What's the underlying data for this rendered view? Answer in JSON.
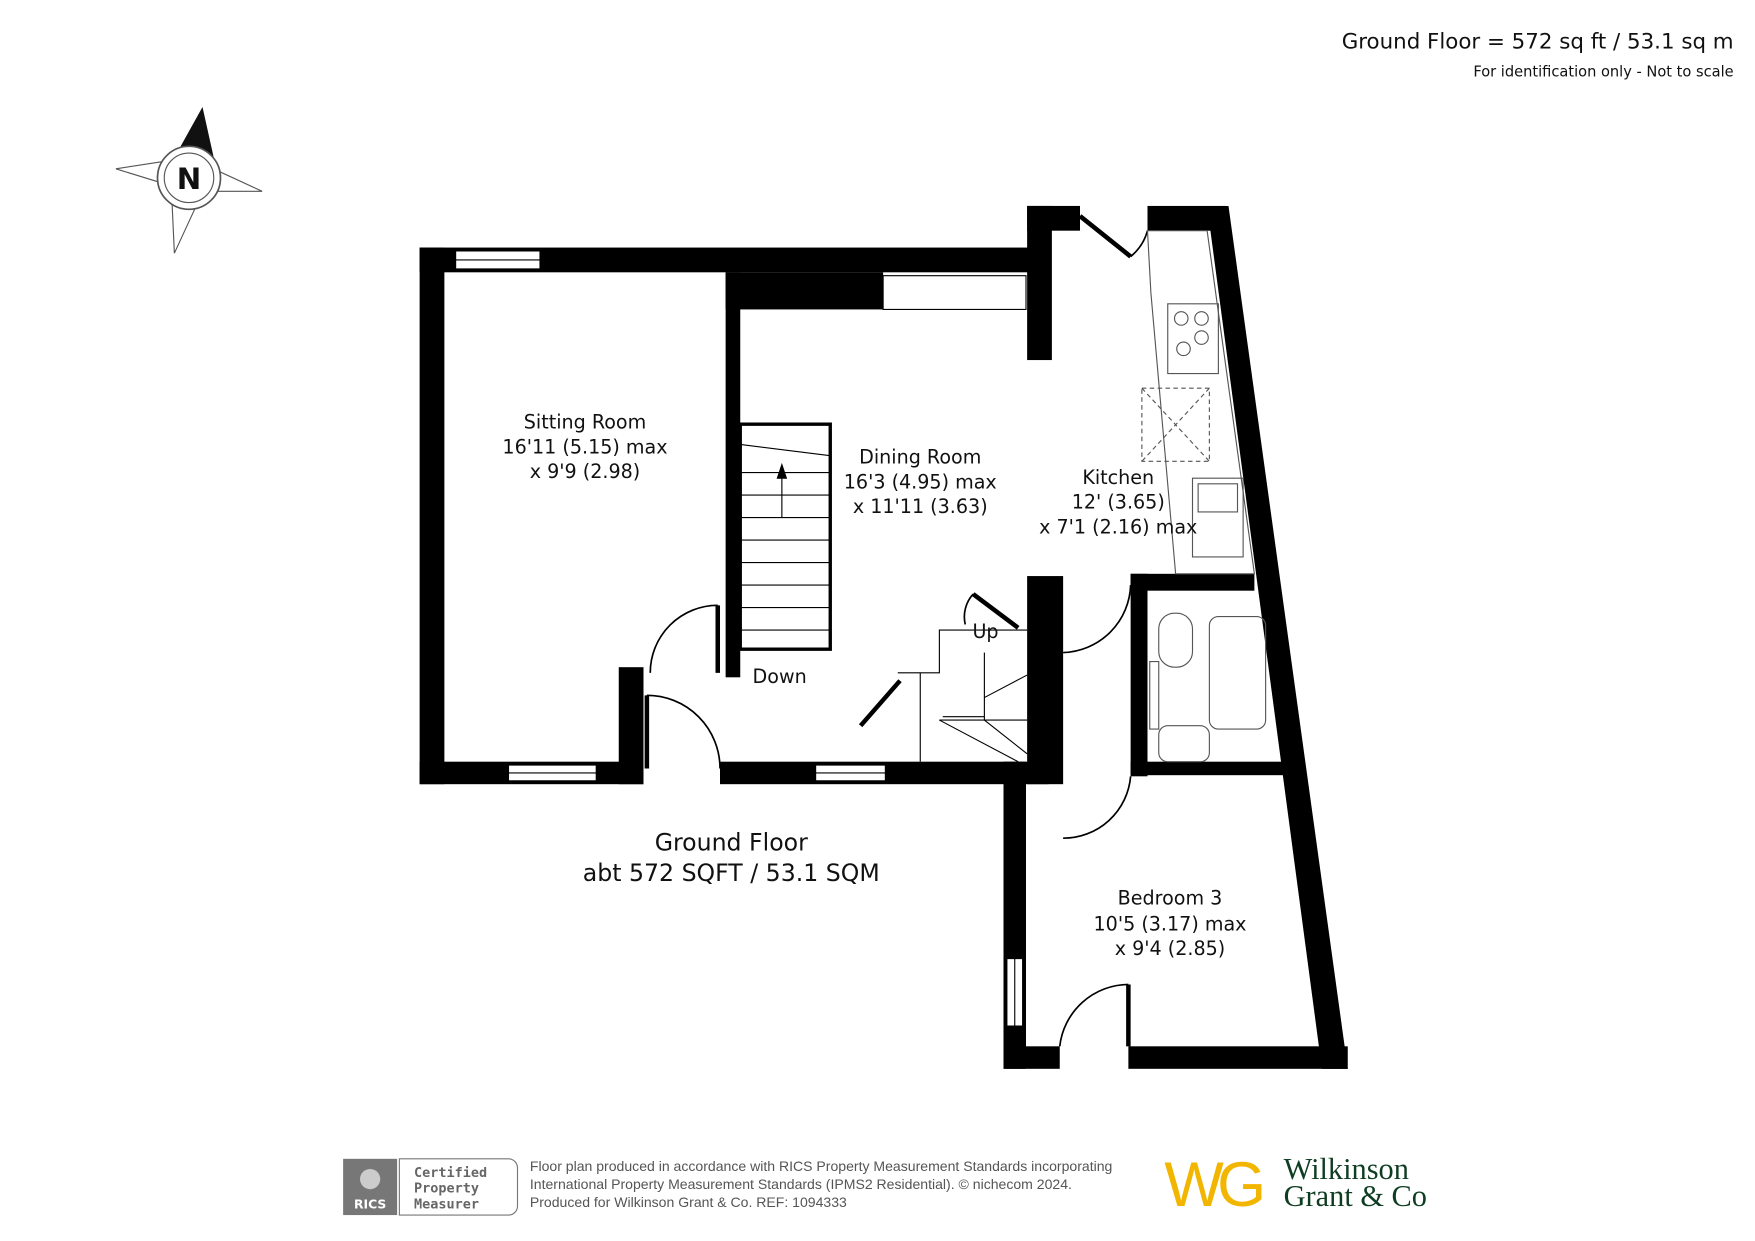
{
  "header": {
    "area_summary": "Ground Floor = 572 sq ft / 53.1 sq m",
    "disclaimer": "For identification only - Not to scale"
  },
  "compass": {
    "label": "N"
  },
  "rooms": [
    {
      "name": "Sitting Room",
      "dim1": "16'11 (5.15) max",
      "dim2": "x 9'9 (2.98)"
    },
    {
      "name": "Dining Room",
      "dim1": "16'3 (4.95) max",
      "dim2": "x 11'11 (3.63)"
    },
    {
      "name": "Kitchen",
      "dim1": "12' (3.65)",
      "dim2": "x 7'1 (2.16) max"
    },
    {
      "name": "Bedroom 3",
      "dim1": "10'5 (3.17) max",
      "dim2": "x 9'4 (2.85)"
    }
  ],
  "stairs": {
    "up": "Up",
    "down": "Down"
  },
  "floor_caption": {
    "title": "Ground Floor",
    "area": "abt 572 SQFT / 53.1 SQM"
  },
  "footer": {
    "rics_badge": "RICS",
    "certified": [
      "Certified",
      "Property",
      "Measurer"
    ],
    "lines": [
      "Floor plan produced in accordance with RICS Property Measurement Standards incorporating",
      "International Property Measurement Standards (IPMS2 Residential).   © nichecom 2024.",
      "Produced for Wilkinson Grant & Co.   REF: 1094333"
    ],
    "logo_mark": "WG",
    "logo_name_1": "Wilkinson",
    "logo_name_2": "Grant & Co",
    "logo_colors": {
      "mark": "#f2b600",
      "text": "#0f3d22"
    }
  }
}
